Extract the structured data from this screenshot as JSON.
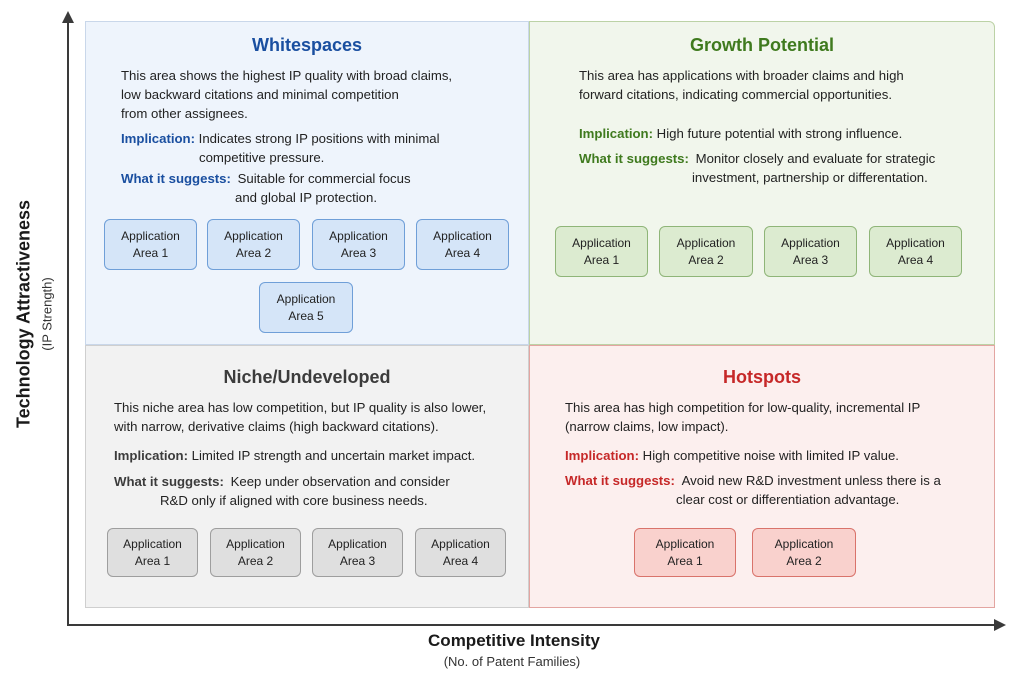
{
  "axes": {
    "y_title": "Technology Attractiveness",
    "y_sub": "(IP Strength)",
    "x_title": "Competitive Intensity",
    "x_sub": "(No. of Patent Families)"
  },
  "colors": {
    "whitespaces": "#1a4fa0",
    "growth": "#3f7a1e",
    "niche": "#3c3c3c",
    "hotspots": "#c62828"
  },
  "quadrants": {
    "whitespaces": {
      "title": "Whitespaces",
      "desc": [
        "This area shows the highest IP quality with broad claims,",
        "low backward citations and minimal competition",
        "from other assignees."
      ],
      "implication_label": "Implication:",
      "implication": [
        "Indicates strong IP positions with minimal",
        "competitive pressure."
      ],
      "suggests_label": "What it suggests:",
      "suggests": [
        "Suitable for commercial focus",
        "and global IP protection."
      ],
      "boxes": [
        {
          "l1": "Application",
          "l2": "Area 1"
        },
        {
          "l1": "Application",
          "l2": "Area 2"
        },
        {
          "l1": "Application",
          "l2": "Area 3"
        },
        {
          "l1": "Application",
          "l2": "Area 4"
        },
        {
          "l1": "Application",
          "l2": "Area 5"
        }
      ]
    },
    "growth": {
      "title": "Growth Potential",
      "desc": [
        "This area has applications with broader claims and high",
        "forward citations, indicating commercial opportunities."
      ],
      "implication_label": "Implication:",
      "implication": [
        "High future potential with strong influence."
      ],
      "suggests_label": "What it suggests:",
      "suggests": [
        "Monitor closely and evaluate for strategic",
        "investment, partnership or differentation."
      ],
      "boxes": [
        {
          "l1": "Application",
          "l2": "Area 1"
        },
        {
          "l1": "Application",
          "l2": "Area 2"
        },
        {
          "l1": "Application",
          "l2": "Area 3"
        },
        {
          "l1": "Application",
          "l2": "Area 4"
        }
      ]
    },
    "niche": {
      "title": "Niche/Undeveloped",
      "desc": [
        "This niche area has low competition, but IP quality is also lower,",
        "with narrow, derivative claims (high backward citations)."
      ],
      "implication_label": "Implication:",
      "implication": [
        "Limited IP strength and uncertain market impact."
      ],
      "suggests_label": "What it suggests:",
      "suggests": [
        "Keep under observation and consider",
        "R&D only if aligned with core business needs."
      ],
      "boxes": [
        {
          "l1": "Application",
          "l2": "Area 1"
        },
        {
          "l1": "Application",
          "l2": "Area 2"
        },
        {
          "l1": "Application",
          "l2": "Area 3"
        },
        {
          "l1": "Application",
          "l2": "Area 4"
        }
      ]
    },
    "hotspots": {
      "title": "Hotspots",
      "desc": [
        "This area has high competition for low-quality, incremental IP",
        "(narrow claims, low impact)."
      ],
      "implication_label": "Implication:",
      "implication": [
        "High competitive noise with limited IP value."
      ],
      "suggests_label": "What it suggests:",
      "suggests": [
        "Avoid new R&D investment unless there is a",
        "clear cost or differentiation advantage."
      ],
      "boxes": [
        {
          "l1": "Application",
          "l2": "Area 1"
        },
        {
          "l1": "Application",
          "l2": "Area 2"
        }
      ]
    }
  }
}
